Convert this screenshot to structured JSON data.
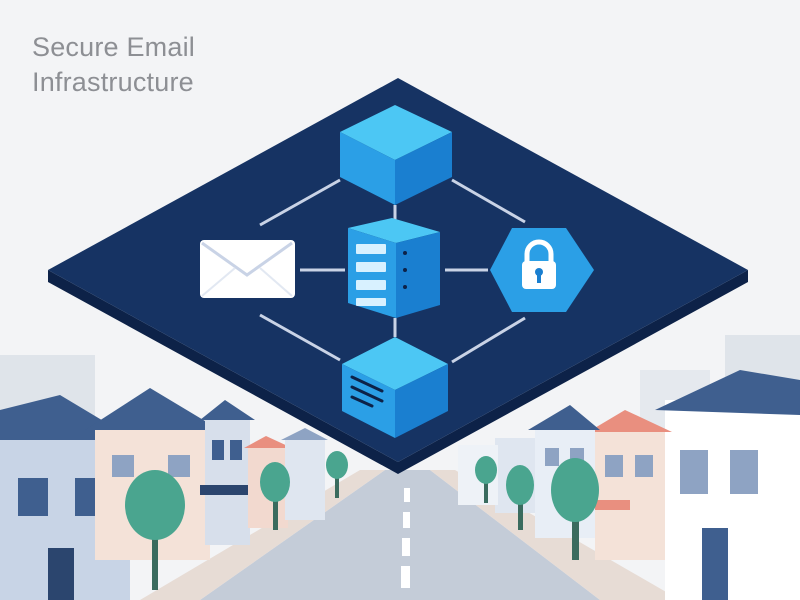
{
  "title": {
    "line1": "Secure Email",
    "line2": "Infrastructure"
  },
  "diagram": {
    "nodes": [
      {
        "id": "top-cube",
        "icon": "cube-icon"
      },
      {
        "id": "email",
        "icon": "envelope-icon"
      },
      {
        "id": "server",
        "icon": "server-icon"
      },
      {
        "id": "lock",
        "icon": "padlock-icon"
      },
      {
        "id": "bottom-cube",
        "icon": "document-cube-icon"
      }
    ]
  },
  "colors": {
    "platform": "#163363",
    "platform_edge": "#0d2248",
    "cube_top": "#4cc7f4",
    "cube_left": "#2b9fe6",
    "cube_right": "#1a7fd0",
    "connector": "#c9d3e6",
    "background": "#f3f4f6",
    "road": "#c4ccd8",
    "tree": "#4aa58f"
  }
}
